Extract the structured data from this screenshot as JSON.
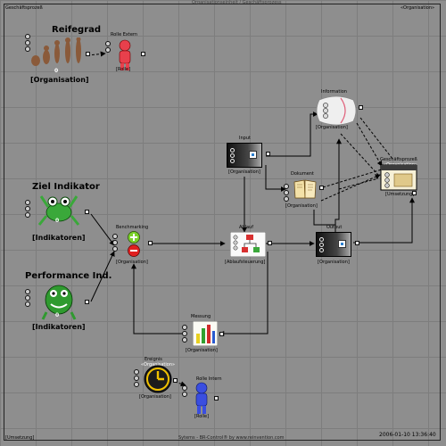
{
  "window": {
    "title": "Geschäftsprozeß",
    "top_center": "Organisationseinheit / Geschäftsprozess",
    "top_right_tag": "«Organisation»",
    "bottom_left_tag": "[Umsetzung]",
    "bottom_center": "Sytems - BR-Control® by www.reinvention.com",
    "timestamp": "2006-01-10 13:36:40"
  },
  "nodes": {
    "reifegrad": {
      "title": "Reifegrad",
      "value": "0",
      "stereotype": "[Organisation]"
    },
    "rolle_extern": {
      "title": "Rolle Extern",
      "caption": "[Rolle]"
    },
    "ziel_indikator": {
      "title": "Ziel Indikator",
      "value": "0",
      "stereotype": "[Indikatoren]"
    },
    "performance": {
      "title": "Performance Ind.",
      "value": "0",
      "stereotype": "[Indikatoren]"
    },
    "benchmarking": {
      "title": "Benchmarking",
      "stereotype": "[Organisation]"
    },
    "input": {
      "title": "Input",
      "stereotype": "[Organisation]"
    },
    "dokument": {
      "title": "Dokument",
      "stereotype": "[Organisation]"
    },
    "information": {
      "title": "Information",
      "stereotype": "[Organisation]"
    },
    "geschaeftsprozess": {
      "title": "Geschäftsprozeß",
      "tag": "«Organisation»",
      "stereotype": "[Umsetzung]"
    },
    "ablauf": {
      "title": "Ablauf",
      "stereotype": "[Ablaufsteuerung]"
    },
    "output": {
      "title": "Output",
      "stereotype": "[Organisation]"
    },
    "messung": {
      "title": "Messung",
      "stereotype": "[Organisation]"
    },
    "ereignis": {
      "title": "Ereignis",
      "tag": "«Organisation»",
      "stereotype": "[Organisation]"
    },
    "rolle_intern": {
      "title": "Rolle Intern",
      "caption": "[Rolle]"
    }
  },
  "icons": [
    "evolution-figures-icon",
    "red-person-icon",
    "green-frog-icon",
    "green-monster-icon",
    "plus-minus-icon",
    "monitor-icon",
    "book-icon",
    "info-device-icon",
    "process-card-icon",
    "flowchart-icon",
    "bar-chart-icon",
    "clock-icon",
    "blue-person-icon"
  ],
  "colors": {
    "canvas": "#8e8e8e",
    "grid": "#7d7d7d",
    "wire": "#000000",
    "frog": "#3aa83a",
    "person_red": "#e8404c",
    "person_blue": "#3a4ee0",
    "clock": "#f2c200"
  }
}
